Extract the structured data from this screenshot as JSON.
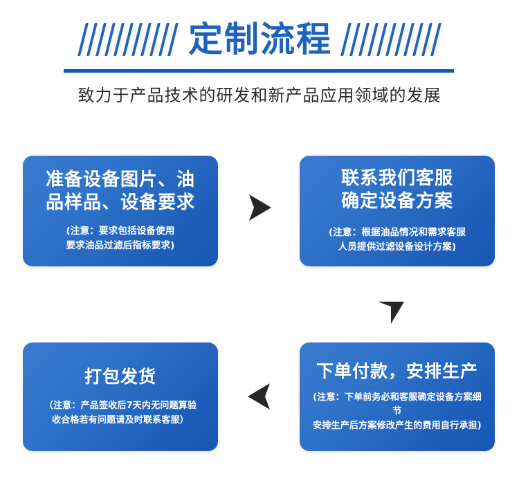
{
  "header": {
    "title": "定制流程",
    "subtitle": "致力于产品技术的研发和新产品应用领域的发展",
    "stripe_count_left": 11,
    "stripe_count_right": 11,
    "accent_color": "#1e63bd",
    "divider_color": "#0c5cb8"
  },
  "flow": {
    "card_gradient_from": "#3a7bd0",
    "card_gradient_to": "#1658b4",
    "arrow_color": "#262626",
    "steps": [
      {
        "id": "step-1",
        "title": "准备设备图片、油\n品样品、设备要求",
        "note": "(注意：要求包括设备使用\n要求油品过滤后指标要求)"
      },
      {
        "id": "step-2",
        "title": "联系我们客服\n确定设备方案",
        "note": "(注意：根据油品情况和需求客服\n人员提供过滤设备设计方案)"
      },
      {
        "id": "step-3",
        "title": "下单付款，安排生产",
        "note": "(注意：下单前务必和客服确定设备方案细节\n安排生产后方案修改产生的费用自行承担)"
      },
      {
        "id": "step-4",
        "title": "打包发货",
        "note": "（注意：产品签收后7天内无问题算验\n收合格若有问题请及时联系客服）"
      }
    ],
    "arrows": [
      {
        "id": "arrow-1",
        "direction": "right",
        "from": "step-1",
        "to": "step-2"
      },
      {
        "id": "arrow-2",
        "direction": "down",
        "from": "step-2",
        "to": "step-3"
      },
      {
        "id": "arrow-3",
        "direction": "left",
        "from": "step-3",
        "to": "step-4"
      }
    ]
  }
}
